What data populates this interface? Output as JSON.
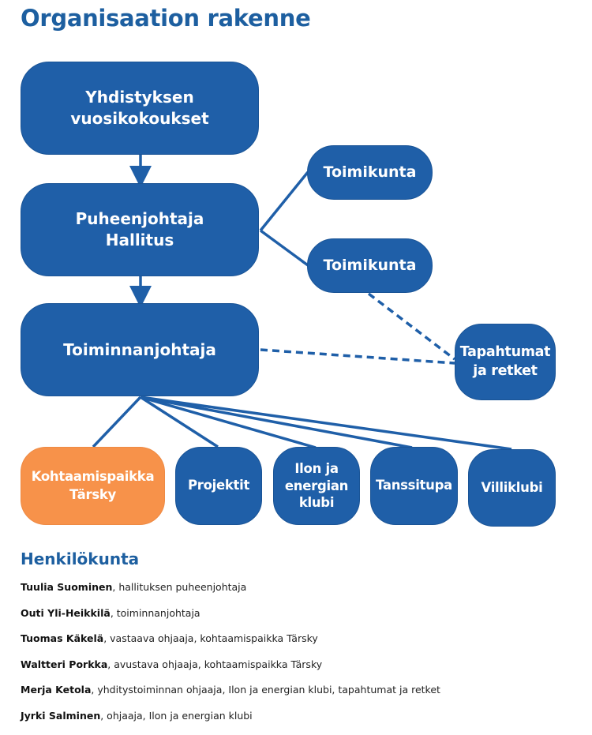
{
  "title": "Organisaation rakenne",
  "chart": {
    "annual_meeting": [
      "Yhdistyksen",
      "vuosikokoukset"
    ],
    "board": [
      "Puheenjohtaja",
      "Hallitus"
    ],
    "director": "Toiminnanjohtaja",
    "committees": [
      "Toimikunta",
      "Toimikunta"
    ],
    "events": [
      "Tapahtumat",
      "ja retket"
    ],
    "units": [
      {
        "lines": [
          "Kohtaamispaikka",
          "Tärsky"
        ]
      },
      {
        "lines": [
          "Projektit"
        ]
      },
      {
        "lines": [
          "Ilon ja",
          "energian",
          "klubi"
        ]
      },
      {
        "lines": [
          "Tanssitupa"
        ]
      },
      {
        "lines": [
          "Villiklubi"
        ]
      }
    ],
    "colors": {
      "primary": "#1f5fa8",
      "highlight": "#f7924a",
      "heading": "#1d5fa0"
    }
  },
  "staff": {
    "heading": "Henkilökunta",
    "members": [
      {
        "name": "Tuulia Suominen",
        "role": ", hallituksen puheenjohtaja"
      },
      {
        "name": "Outi Yli-Heikkilä",
        "role": ", toiminnanjohtaja"
      },
      {
        "name": "Tuomas Käkelä",
        "role": ", vastaava ohjaaja, kohtaamispaikka Tärsky"
      },
      {
        "name": "Waltteri Porkka",
        "role": ", avustava ohjaaja, kohtaamispaikka Tärsky"
      },
      {
        "name": "Merja Ketola",
        "role": ", yhditystoiminnan ohjaaja, Ilon ja energian klubi, tapahtumat ja retket"
      },
      {
        "name": "Jyrki Salminen",
        "role": ", ohjaaja, Ilon ja energian klubi"
      }
    ]
  }
}
